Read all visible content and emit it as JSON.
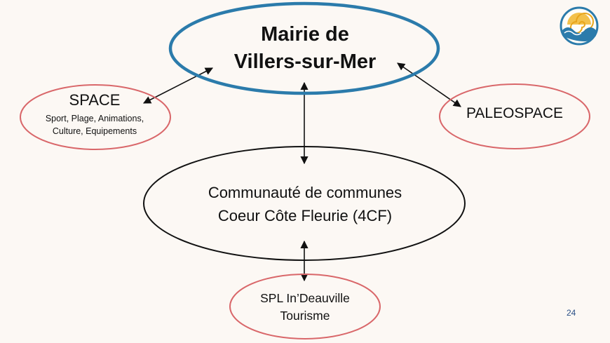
{
  "nodes": {
    "mairie": {
      "line1": "Mairie de",
      "line2": "Villers-sur-Mer"
    },
    "space": {
      "title": "SPACE",
      "sub1": "Sport, Plage, Animations,",
      "sub2": "Culture, Equipements"
    },
    "paleospace": {
      "title": "PALEOSPACE"
    },
    "communaute": {
      "line1": "Communauté de communes",
      "line2": "Coeur Côte Fleurie (4CF)"
    },
    "spl": {
      "line1": "SPL In’Deauville",
      "line2": "Tourisme"
    }
  },
  "page_number": "24",
  "logo": {
    "icon": "ammonite-wave-logo-icon"
  },
  "colors": {
    "background": "#fcf8f4",
    "main_ellipse": "#2b7bab",
    "satellite_ellipse": "#d9676a",
    "center_ellipse": "#111111",
    "arrow": "#111111",
    "page_number": "#2a4f86"
  }
}
